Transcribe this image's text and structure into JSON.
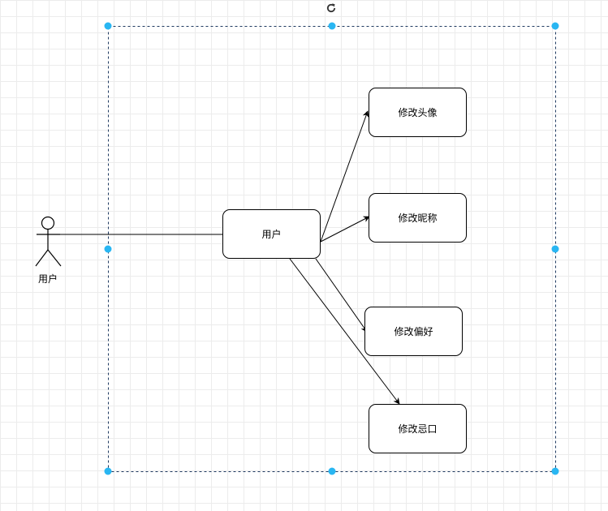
{
  "actor": {
    "label": "用户"
  },
  "nodes": {
    "user": "用户",
    "avatar": "修改头像",
    "nickname": "修改昵称",
    "preference": "修改偏好",
    "taboo": "修改忌口"
  },
  "colors": {
    "grid": "#ececec",
    "selection": "#1f3a60",
    "handle": "#29b6f2",
    "stroke": "#000000"
  },
  "icons": {
    "rotate": "rotate-icon"
  }
}
